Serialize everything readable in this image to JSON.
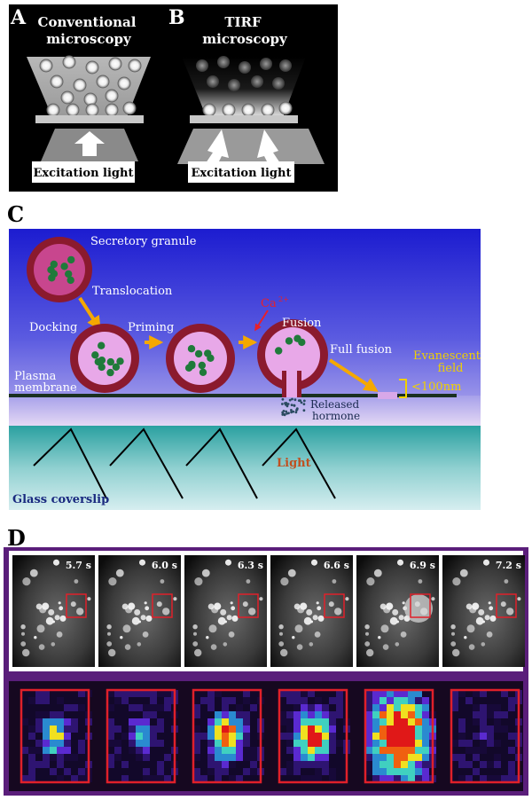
{
  "panel_a": {
    "letter": "A",
    "title_line1": "Conventional",
    "title_line2": "microscopy",
    "caption": "Excitation light"
  },
  "panel_b": {
    "letter": "B",
    "title_line1": "TIRF",
    "title_line2": "microscopy",
    "caption": "Excitation light"
  },
  "panel_c": {
    "letter": "C",
    "secretory_granule": "Secretory granule",
    "translocation": "Translocation",
    "docking": "Docking",
    "priming": "Priming",
    "ca": "Ca",
    "ca_charge": "2+",
    "fusion": "Fusion",
    "full_fusion": "Full fusion",
    "evanescent_line1": "Evanescent",
    "evanescent_line2": "field",
    "evanescent_size": "<100nm",
    "plasma_line1": "Plasma",
    "plasma_line2": "membrane",
    "released_line1": "Released",
    "released_line2": "hormone",
    "light": "Light",
    "glass": "Glass coverslip"
  },
  "panel_d": {
    "letter": "D",
    "frames": [
      {
        "time": "5.7 s",
        "intensity": 0.55
      },
      {
        "time": "6.0 s",
        "intensity": 0.45
      },
      {
        "time": "6.3 s",
        "intensity": 0.75
      },
      {
        "time": "6.6 s",
        "intensity": 0.85
      },
      {
        "time": "6.9 s",
        "intensity": 1.0
      },
      {
        "time": "7.2 s",
        "intensity": 0.15
      }
    ]
  },
  "colors": {
    "granule_outer": "#8b1a2e",
    "granule_inner": "#e8a8e8",
    "cargo": "#1f7a3a",
    "arrow": "#f5a800",
    "label_yellow": "#f0d000",
    "light_label": "#c05020",
    "glass_label": "#1a2a80",
    "frame_border": "#e0202a",
    "panel_d_bg": "#5a1e7a"
  }
}
